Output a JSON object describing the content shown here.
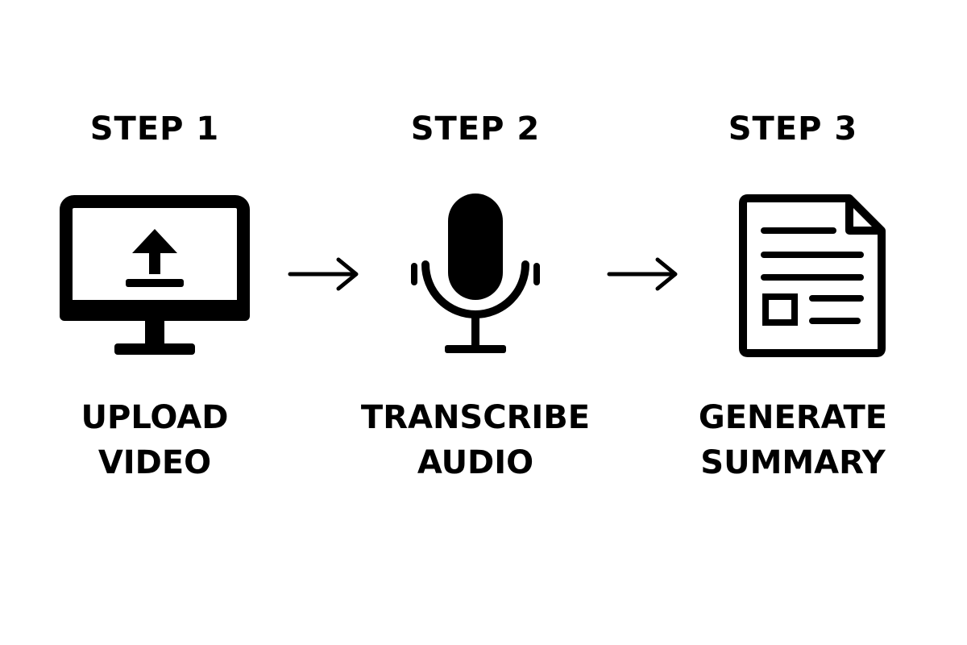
{
  "steps": [
    {
      "title": "STEP 1",
      "icon": "monitor-upload-icon",
      "caption_line1": "UPLOAD",
      "caption_line2": "VIDEO"
    },
    {
      "title": "STEP 2",
      "icon": "microphone-icon",
      "caption_line1": "TRANSCRIBE",
      "caption_line2": "AUDIO"
    },
    {
      "title": "STEP 3",
      "icon": "document-icon",
      "caption_line1": "GENERATE",
      "caption_line2": "SUMMARY"
    }
  ],
  "connectors": [
    "arrow-right-icon",
    "arrow-right-icon"
  ],
  "colors": {
    "foreground": "#000000",
    "background": "#ffffff"
  }
}
